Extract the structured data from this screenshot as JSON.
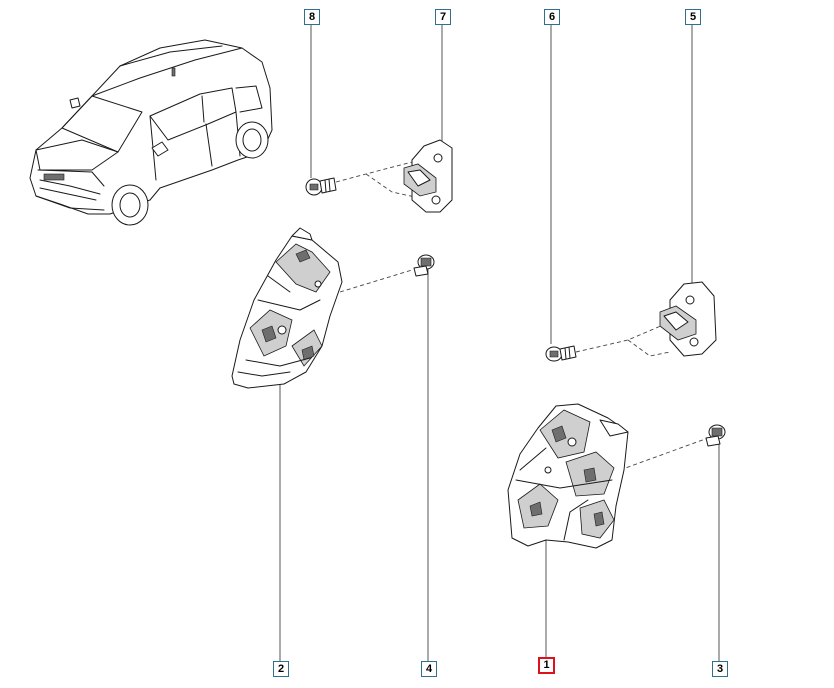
{
  "callouts": [
    {
      "label": "8"
    },
    {
      "label": "7"
    },
    {
      "label": "6"
    },
    {
      "label": "5"
    },
    {
      "label": "2"
    },
    {
      "label": "4"
    },
    {
      "label": "1"
    },
    {
      "label": "3"
    }
  ],
  "colors": {
    "callout_border": "#2f6f8f",
    "selected_border": "#e0101a"
  }
}
